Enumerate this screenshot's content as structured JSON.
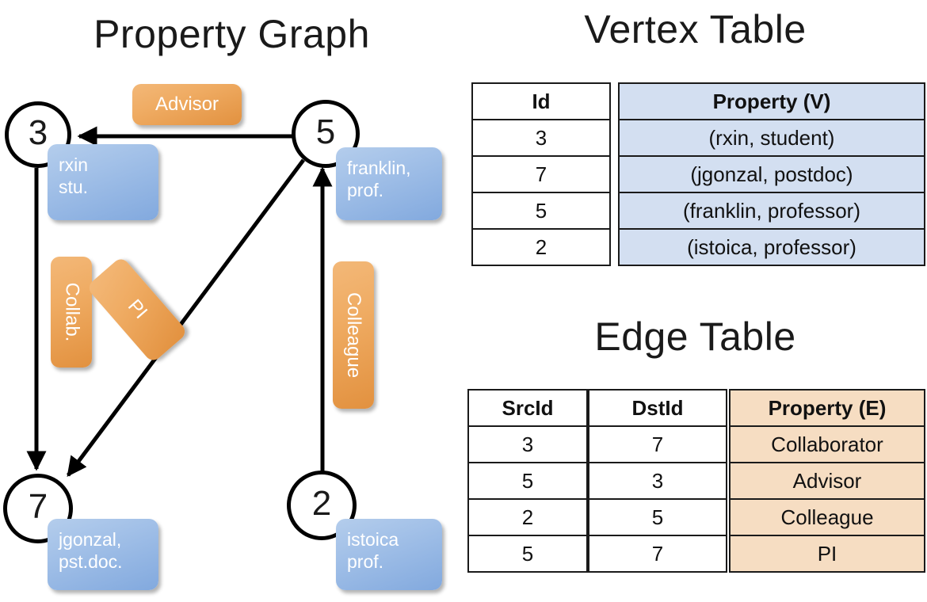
{
  "titles": {
    "property_graph": "Property Graph",
    "vertex_table": "Vertex Table",
    "edge_table": "Edge Table"
  },
  "colors": {
    "node_stroke": "#000000",
    "chip_blue": "#a3c1e8",
    "chip_orange": "#efab62",
    "vertex_fill": "#d3dff1",
    "edge_fill": "#f6ddc2"
  },
  "graph": {
    "nodes": [
      {
        "id": "3",
        "property_line1": "rxin",
        "property_line2": "stu."
      },
      {
        "id": "5",
        "property_line1": "franklin,",
        "property_line2": "prof."
      },
      {
        "id": "7",
        "property_line1": "jgonzal,",
        "property_line2": "pst.doc."
      },
      {
        "id": "2",
        "property_line1": "istoica",
        "property_line2": "prof."
      }
    ],
    "edge_labels": [
      {
        "name": "advisor",
        "text": "Advisor"
      },
      {
        "name": "collab",
        "text": "Collab."
      },
      {
        "name": "pi",
        "text": "PI"
      },
      {
        "name": "colleague",
        "text": "Colleague"
      }
    ]
  },
  "vertex_table": {
    "headers": {
      "id": "Id",
      "property": "Property (V)"
    },
    "rows": [
      {
        "id": "3",
        "property": "(rxin, student)"
      },
      {
        "id": "7",
        "property": "(jgonzal, postdoc)"
      },
      {
        "id": "5",
        "property": "(franklin, professor)"
      },
      {
        "id": "2",
        "property": "(istoica, professor)"
      }
    ]
  },
  "edge_table": {
    "headers": {
      "src": "SrcId",
      "dst": "DstId",
      "property": "Property (E)"
    },
    "rows": [
      {
        "src": "3",
        "dst": "7",
        "property": "Collaborator"
      },
      {
        "src": "5",
        "dst": "3",
        "property": "Advisor"
      },
      {
        "src": "2",
        "dst": "5",
        "property": "Colleague"
      },
      {
        "src": "5",
        "dst": "7",
        "property": "PI"
      }
    ]
  }
}
